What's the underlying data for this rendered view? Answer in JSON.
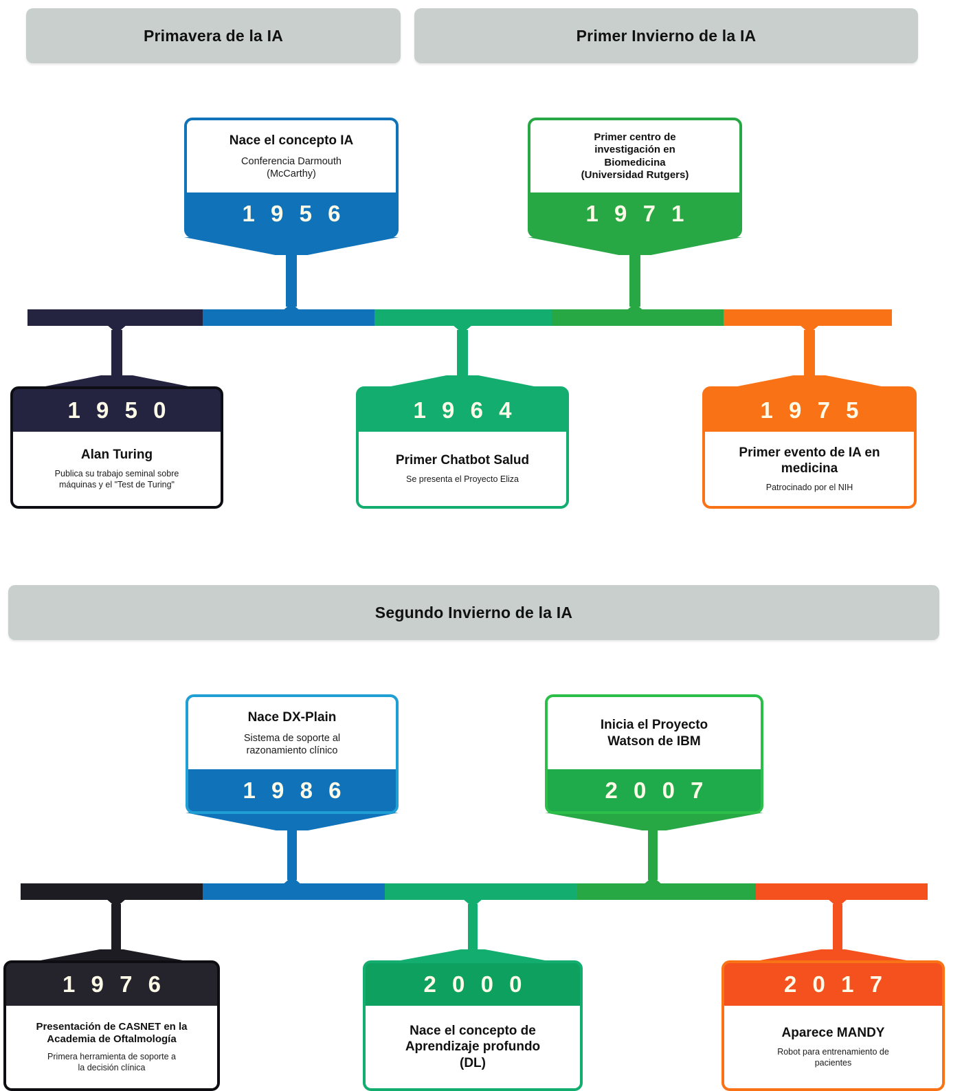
{
  "colors": {
    "banner_bg": "#c8cfcd",
    "navy": "#252440",
    "blue": "#1072b8",
    "emerald": "#12ad6f",
    "green": "#28a745",
    "orange": "#f97316",
    "orange_red": "#f4511e",
    "blue_light_border": "#1f9fd4",
    "year_text": "#fdfbe8"
  },
  "sections": [
    {
      "id": "section-1",
      "banners": [
        {
          "name": "banner-primavera",
          "label": "Primavera de la IA"
        },
        {
          "name": "banner-primer-invierno",
          "label": "Primer Invierno de la IA"
        }
      ],
      "bar_segments": [
        {
          "name": "bar-segment-navy",
          "color": "#252440"
        },
        {
          "name": "bar-segment-blue",
          "color": "#1072b8"
        },
        {
          "name": "bar-segment-emerald",
          "color": "#12ad6f"
        },
        {
          "name": "bar-segment-green",
          "color": "#28a745"
        },
        {
          "name": "bar-segment-orange",
          "color": "#f97316"
        }
      ],
      "events": [
        {
          "id": "event-1956",
          "year": "1 9 5 6",
          "title": "Nace el concepto IA",
          "subtitle": "Conferencia Darmouth\n(McCarthy)",
          "color": "#1072b8",
          "position": "above"
        },
        {
          "id": "event-1971",
          "year": "1 9 7 1",
          "title": "Primer centro de\ninvestigación en\nBiomedicina\n(Universidad Rutgers)",
          "subtitle": "",
          "color": "#28a745",
          "position": "above"
        },
        {
          "id": "event-1950",
          "year": "1 9 5 0",
          "title": "Alan Turing",
          "subtitle": "Publica su trabajo seminal sobre\nmáquinas y el \"Test de Turing\"",
          "color": "#252440",
          "position": "below"
        },
        {
          "id": "event-1964",
          "year": "1 9 6 4",
          "title": "Primer Chatbot Salud",
          "subtitle": "Se presenta el Proyecto Eliza",
          "color": "#12ad6f",
          "position": "below"
        },
        {
          "id": "event-1975",
          "year": "1 9 7 5",
          "title": "Primer evento de IA en\nmedicina",
          "subtitle": "Patrocinado por el NIH",
          "color": "#f97316",
          "position": "below"
        }
      ]
    },
    {
      "id": "section-2",
      "banners": [
        {
          "name": "banner-segundo-invierno",
          "label": "Segundo Invierno de la IA"
        }
      ],
      "bar_segments": [
        {
          "name": "bar-segment-navy",
          "color": "#1c1c22"
        },
        {
          "name": "bar-segment-blue",
          "color": "#1072b8"
        },
        {
          "name": "bar-segment-emerald",
          "color": "#12ad6f"
        },
        {
          "name": "bar-segment-green",
          "color": "#28a745"
        },
        {
          "name": "bar-segment-orange",
          "color": "#f4511e"
        }
      ],
      "events": [
        {
          "id": "event-1986",
          "year": "1 9 8 6",
          "title": "Nace DX-Plain",
          "subtitle": "Sistema de soporte al\nrazonamiento clínico",
          "color": "#1072b8",
          "position": "above"
        },
        {
          "id": "event-2007",
          "year": "2 0 0 7",
          "title": "Inicia el Proyecto\nWatson de IBM",
          "subtitle": "",
          "color": "#28a745",
          "position": "above"
        },
        {
          "id": "event-1976",
          "year": "1 9 7 6",
          "title": "Presentación de CASNET en la\nAcademia de Oftalmología",
          "subtitle": "Primera herramienta de soporte a\nla decisión clínica",
          "color": "#1c1c22",
          "position": "below"
        },
        {
          "id": "event-2000",
          "year": "2 0 0 0",
          "title": "Nace el concepto de\nAprendizaje profundo\n(DL)",
          "subtitle": "",
          "color": "#12ad6f",
          "position": "below"
        },
        {
          "id": "event-2017",
          "year": "2 0 1 7",
          "title": "Aparece MANDY",
          "subtitle": "Robot para entrenamiento de\npacientes",
          "color": "#f4511e",
          "position": "below"
        }
      ]
    }
  ]
}
